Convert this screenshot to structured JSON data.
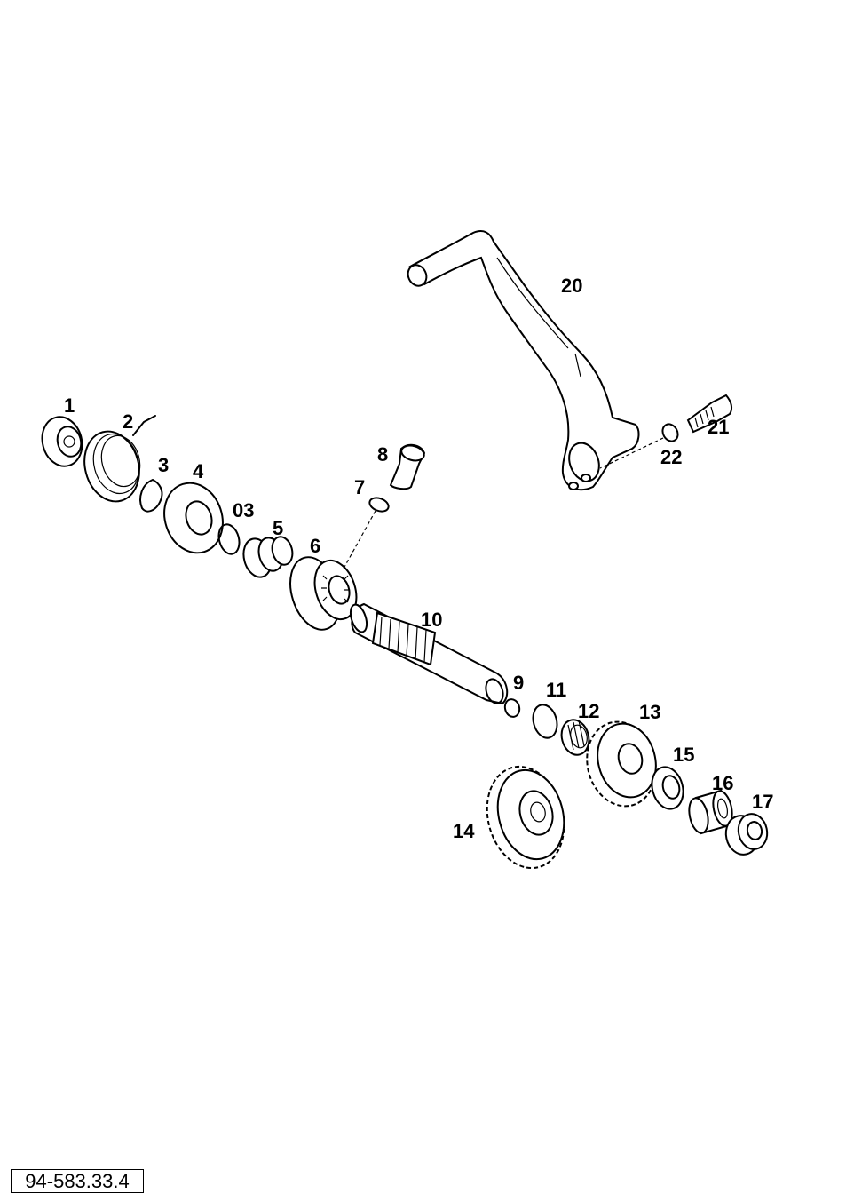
{
  "diagram": {
    "drawing_code": "94-583.33.4",
    "part_labels": [
      "1",
      "2",
      "3",
      "4",
      "03",
      "5",
      "6",
      "7",
      "8",
      "10",
      "9",
      "11",
      "12",
      "13",
      "14",
      "15",
      "16",
      "17",
      "20",
      "21",
      "22"
    ]
  }
}
